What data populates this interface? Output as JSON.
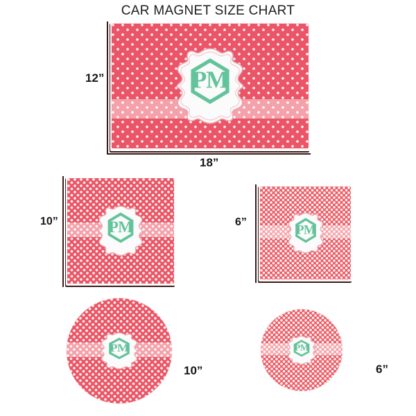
{
  "page": {
    "title": "CAR MAGNET SIZE CHART",
    "background_color": "#ffffff"
  },
  "design": {
    "monogram": "PM",
    "monogram_letters": [
      "P",
      "M"
    ],
    "pattern_name": "polka-dot",
    "colors": {
      "pattern_background": "#eb5569",
      "pattern_dot": "#fdf3e7",
      "ribbon_band": "#dd8d98",
      "monogram_green": "#63c39a",
      "label_fill": "#fbfbfb",
      "label_border": "#e9a8b2",
      "edge_shadow": "#3a1a18",
      "text": "#171717"
    }
  },
  "magnets": [
    {
      "id": "rect-18x12",
      "shape": "rectangle",
      "width_label": "18”",
      "height_label": "12”",
      "monogram": "PM"
    },
    {
      "id": "square-10",
      "shape": "square",
      "height_label": "10”",
      "monogram": "PM"
    },
    {
      "id": "square-6",
      "shape": "square",
      "height_label": "6”",
      "monogram": "PM"
    },
    {
      "id": "circle-10",
      "shape": "circle",
      "diameter_label": "10”",
      "monogram": "PM"
    },
    {
      "id": "circle-6",
      "shape": "circle",
      "diameter_label": "6”",
      "monogram": "PM"
    }
  ]
}
